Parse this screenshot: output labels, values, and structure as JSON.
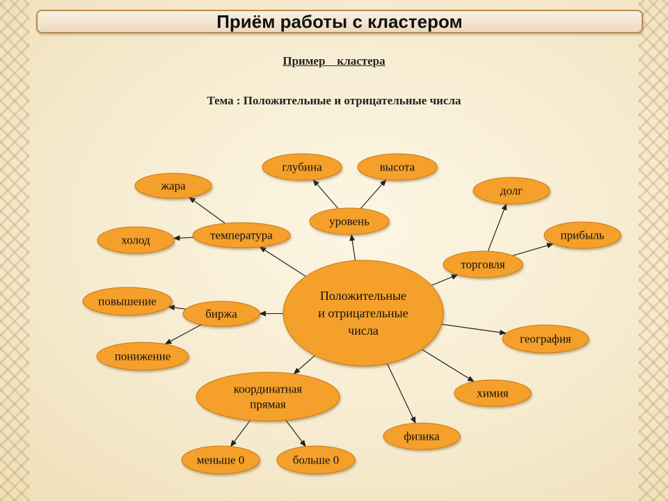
{
  "header": {
    "title": "Приём работы с кластером",
    "subtitle": "Пример    кластера",
    "topic": "Тема : Положительные и отрицательные числа"
  },
  "colors": {
    "node_fill": "#f5a02c",
    "node_stroke": "#c77a15",
    "center_fill": "#f5a02c",
    "arrow": "#222222"
  },
  "diagram": {
    "center": {
      "id": "center",
      "lines": [
        "Положительные",
        "и отрицательные",
        "числа"
      ]
    },
    "nodes": [
      {
        "id": "temperature",
        "label": "температура"
      },
      {
        "id": "heat",
        "label": "жара"
      },
      {
        "id": "cold",
        "label": "холод"
      },
      {
        "id": "level",
        "label": "уровень"
      },
      {
        "id": "depth",
        "label": "глубина"
      },
      {
        "id": "height",
        "label": "высота"
      },
      {
        "id": "trade",
        "label": "торговля"
      },
      {
        "id": "debt",
        "label": "долг"
      },
      {
        "id": "profit",
        "label": "прибыль"
      },
      {
        "id": "exchange",
        "label": "биржа"
      },
      {
        "id": "rise",
        "label": "повышение"
      },
      {
        "id": "fall",
        "label": "понижение"
      },
      {
        "id": "coordline",
        "lines": [
          "координатная",
          "прямая"
        ]
      },
      {
        "id": "less0",
        "label": "меньше 0"
      },
      {
        "id": "more0",
        "label": "больше 0"
      },
      {
        "id": "geography",
        "label": "география"
      },
      {
        "id": "chemistry",
        "label": "химия"
      },
      {
        "id": "physics",
        "label": "физика"
      }
    ],
    "edges": [
      [
        "center",
        "temperature"
      ],
      [
        "temperature",
        "heat"
      ],
      [
        "temperature",
        "cold"
      ],
      [
        "center",
        "level"
      ],
      [
        "level",
        "depth"
      ],
      [
        "level",
        "height"
      ],
      [
        "center",
        "trade"
      ],
      [
        "trade",
        "debt"
      ],
      [
        "trade",
        "profit"
      ],
      [
        "center",
        "exchange"
      ],
      [
        "exchange",
        "rise"
      ],
      [
        "exchange",
        "fall"
      ],
      [
        "center",
        "coordline"
      ],
      [
        "coordline",
        "less0"
      ],
      [
        "coordline",
        "more0"
      ],
      [
        "center",
        "geography"
      ],
      [
        "center",
        "chemistry"
      ],
      [
        "center",
        "physics"
      ]
    ]
  }
}
